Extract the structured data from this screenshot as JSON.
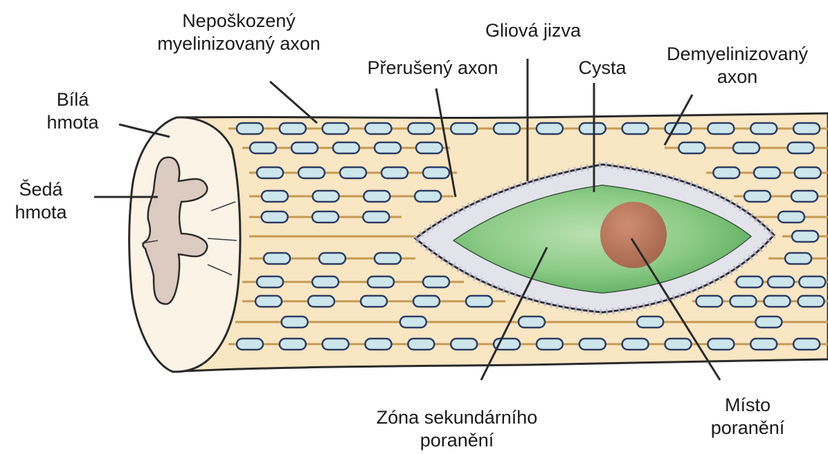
{
  "labels": {
    "undamaged_axon": [
      "Nepoškozený",
      "myelinizovaný axon"
    ],
    "white_matter": [
      "Bílá",
      "hmota"
    ],
    "gray_matter": [
      "Šedá",
      "hmota"
    ],
    "severed_axon": "Přerušený axon",
    "glial_scar": "Gliová jizva",
    "cyst": "Cysta",
    "demyelinated_axon": [
      "Demyelinizovaný",
      "axon"
    ],
    "secondary_zone": [
      "Zóna sekundárního",
      "poranění"
    ],
    "injury_site": [
      "Místo",
      "poranění"
    ]
  },
  "colors": {
    "cord_fill": "#f9e6c3",
    "axon_line": "#c49a52",
    "myelin_fill": "#cde6ec",
    "myelin_stroke": "#2d3d63",
    "gray_matter": "#d8c6bb",
    "cyst_green": "#8ec98a",
    "scar_fill": "#e4e4ec",
    "injury_fill": "#b9705a"
  }
}
